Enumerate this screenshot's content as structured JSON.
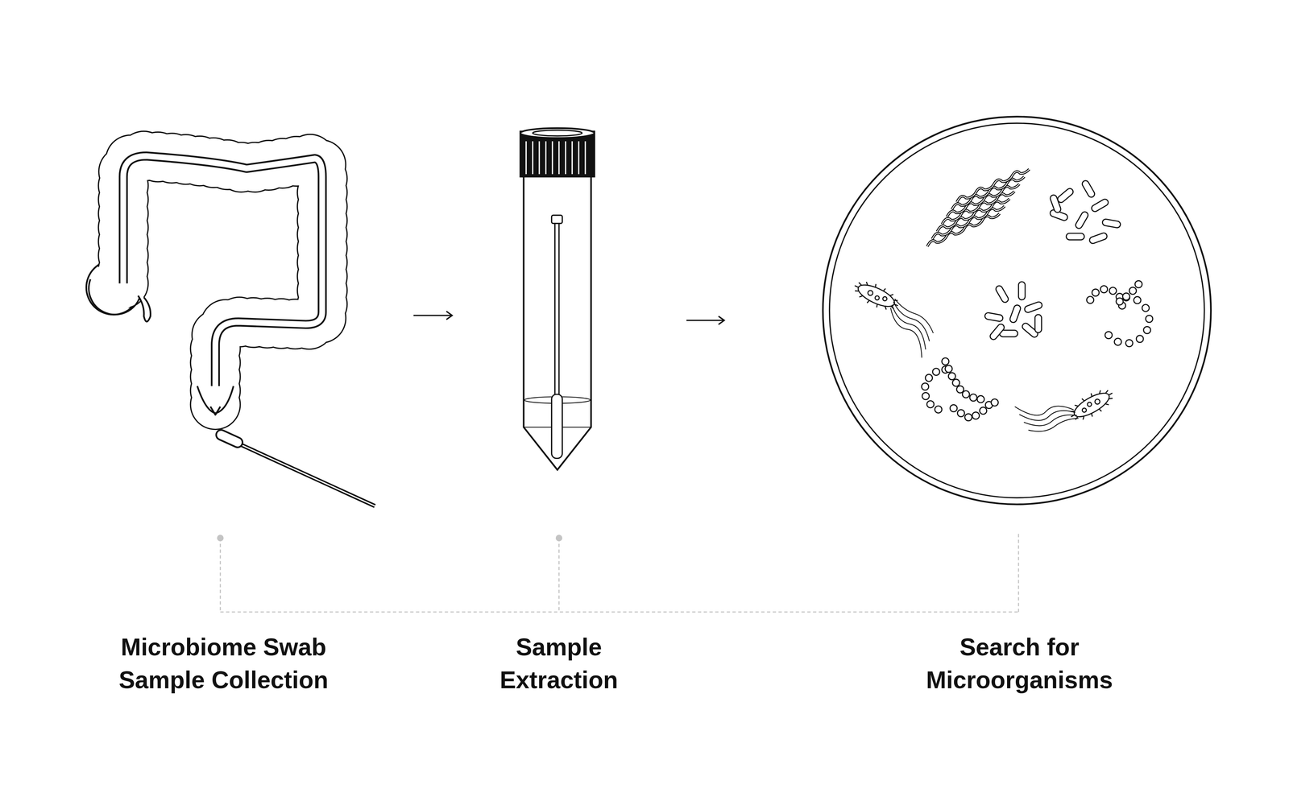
{
  "diagram": {
    "labels": [
      "Microbiome Swab Sample Collection",
      "Sample Extraction",
      "Search for Microorganisms"
    ]
  }
}
